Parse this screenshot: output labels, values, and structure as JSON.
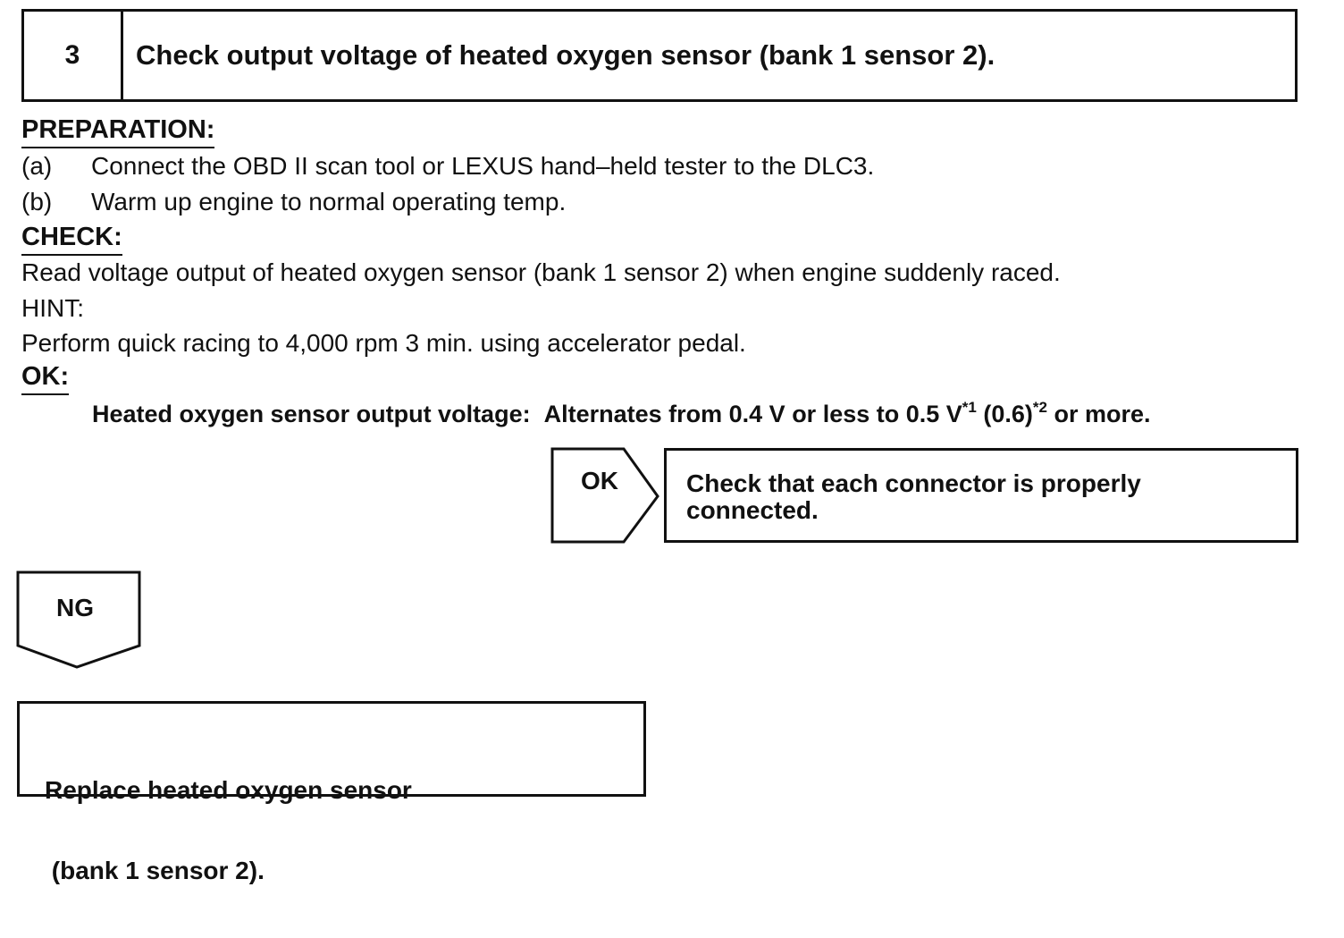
{
  "step": {
    "number": "3",
    "title": "Check output voltage of heated oxygen sensor (bank 1 sensor 2)."
  },
  "preparation": {
    "heading": "PREPARATION:",
    "items": [
      {
        "label": "(a)",
        "text": "Connect the OBD II scan tool or LEXUS hand–held tester to the DLC3."
      },
      {
        "label": "(b)",
        "text": "Warm up engine to normal operating temp."
      }
    ]
  },
  "check": {
    "heading": "CHECK:",
    "text": "Read voltage output of heated oxygen sensor (bank 1 sensor 2) when engine suddenly raced.",
    "hint_label": "HINT:",
    "hint_text": "Perform quick racing to 4,000 rpm 3 min. using accelerator pedal."
  },
  "ok": {
    "heading": "OK:",
    "spec_label": "Heated oxygen sensor output voltage:",
    "spec_part1": "Alternates from 0.4 V or less to 0.5 V",
    "sup1": "*1",
    "spec_part2": " (0.6)",
    "sup2": "*2",
    "spec_part3": " or more."
  },
  "flow": {
    "ok_label": "OK",
    "ok_result_line1": "Check that each connector is properly",
    "ok_result_line2": "connected.",
    "ng_label": "NG",
    "ng_result_line1": "Replace heated oxygen sensor",
    "ng_result_line2": " (bank 1 sensor 2)."
  }
}
